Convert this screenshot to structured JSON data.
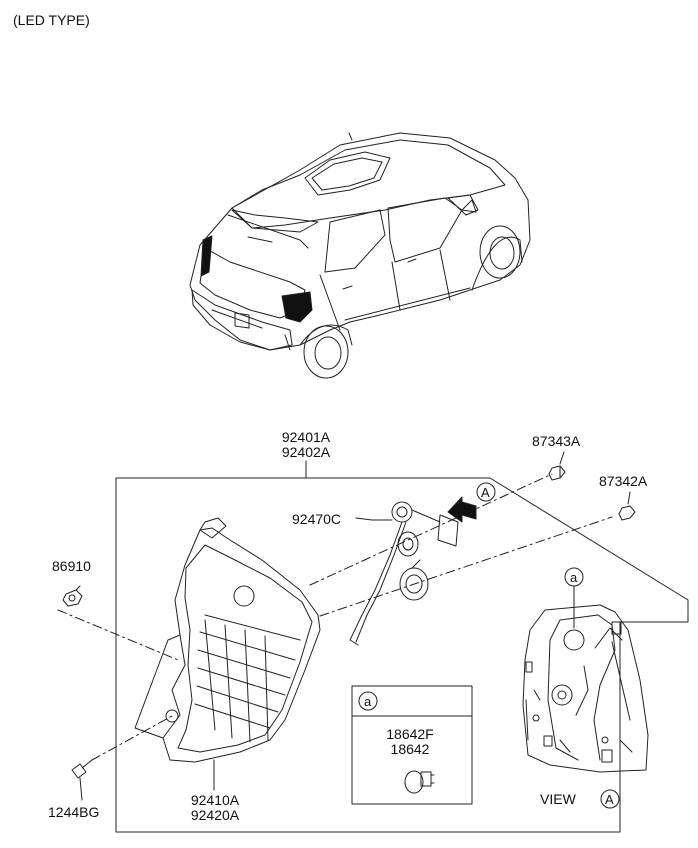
{
  "header": {
    "title": "(LED TYPE)"
  },
  "parts": {
    "housing_assembly": [
      "92401A",
      "92402A"
    ],
    "socket_wiring": "92470C",
    "bolt_right_top": "87343A",
    "bolt_right": "87342A",
    "nut_left": "86910",
    "screw_bottom": "1244BG",
    "lamp_lens": [
      "92410A",
      "92420A"
    ]
  },
  "callout_box": {
    "marker": "a",
    "bulb_codes": [
      "18642F",
      "18642"
    ]
  },
  "view_panel": {
    "marker": "a",
    "view_label": "VIEW",
    "view_marker": "A"
  },
  "arrow_marker": "A"
}
